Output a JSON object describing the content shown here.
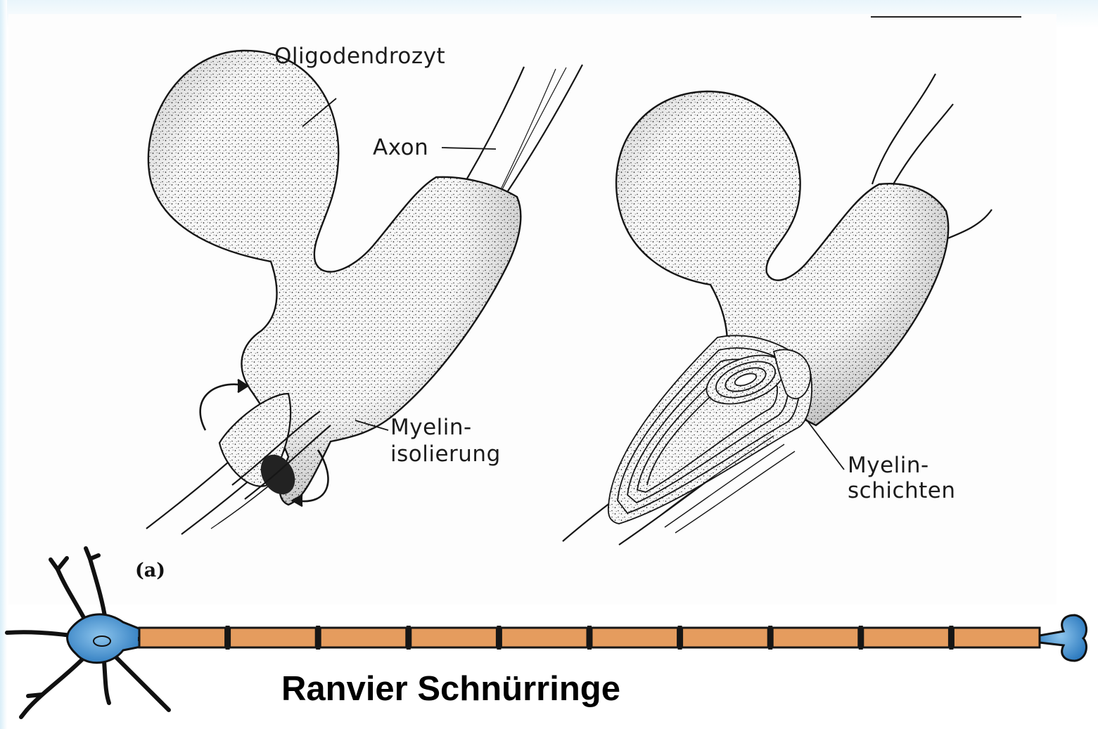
{
  "labels": {
    "oligodendrocyte": "Oligodendrozyt",
    "axon": "Axon",
    "myelin_insulation_1": "Myelin-",
    "myelin_insulation_2": "isolierung",
    "myelin_layers_1": "Myelin-",
    "myelin_layers_2": "schichten",
    "panel": "(a)"
  },
  "caption": "Ranvier Schnürringe",
  "colors": {
    "myelin_segment": "#e59c5e",
    "neuron_body": "#3f8fd0",
    "outline": "#161616",
    "stipple": "#2a2a2a"
  },
  "myelin_segment_count": 10
}
